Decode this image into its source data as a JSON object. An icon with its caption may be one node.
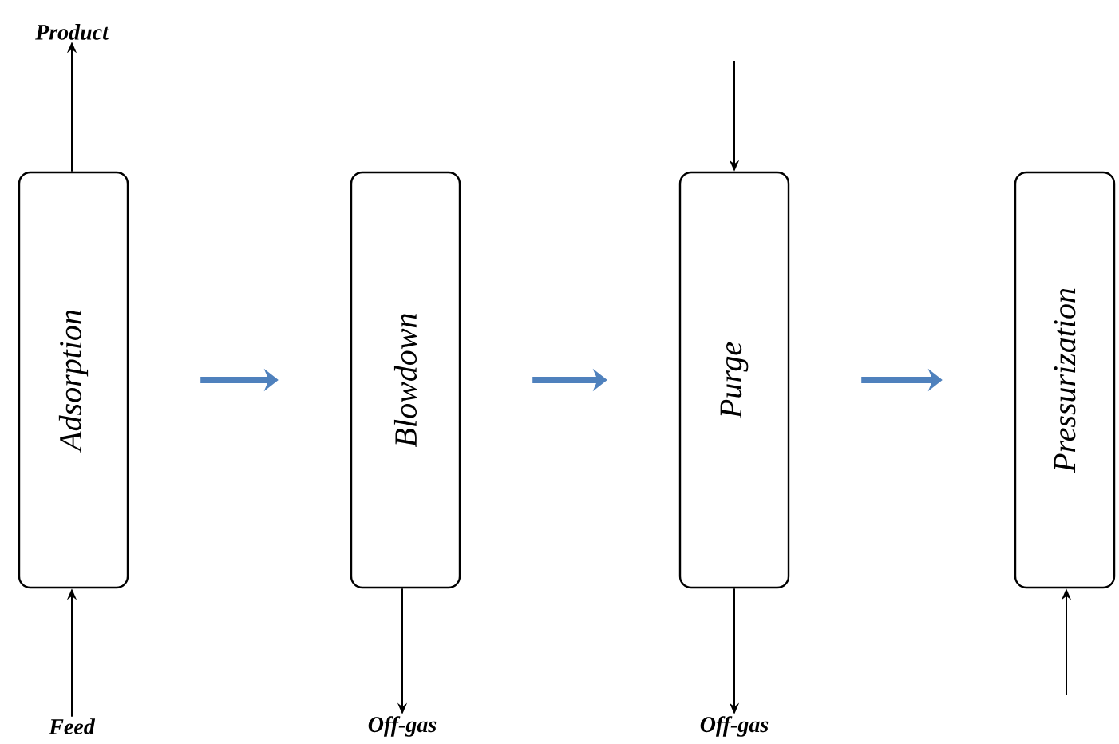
{
  "diagram": {
    "nodes": [
      {
        "text": [
          "Product"
        ]
      },
      {
        "text": [
          "Adsorption"
        ]
      },
      {
        "text": [
          "Feed"
        ]
      },
      {
        "text": [
          "Blowdown"
        ]
      },
      {
        "text": [
          "Off-gas"
        ]
      },
      {
        "text": [
          "Purge"
        ]
      },
      {
        "text": [
          "Off-gas"
        ]
      },
      {
        "text": [
          "Pressurization"
        ]
      }
    ],
    "edges": [
      {
        "from": 2,
        "to": 1,
        "arrow": "to"
      },
      {
        "from": 1,
        "to": 0,
        "arrow": "to"
      },
      {
        "from": 1,
        "to": 3,
        "arrow": "to",
        "style": "thick",
        "color": "#4f81bd"
      },
      {
        "from": 3,
        "to": 4,
        "arrow": "to"
      },
      {
        "from": 3,
        "to": 5,
        "arrow": "to",
        "style": "thick",
        "color": "#4f81bd"
      },
      {
        "from": null,
        "to": 5,
        "arrow": "to"
      },
      {
        "from": 5,
        "to": 6,
        "arrow": "to"
      },
      {
        "from": 5,
        "to": 7,
        "arrow": "to",
        "style": "thick",
        "color": "#4f81bd"
      },
      {
        "from": null,
        "to": 7,
        "arrow": "to"
      }
    ]
  }
}
